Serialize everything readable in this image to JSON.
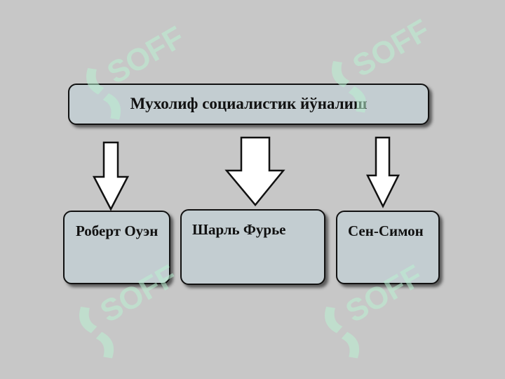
{
  "diagram": {
    "root": {
      "label": "Мухолиф социалистик йўналиш"
    },
    "children": [
      {
        "label": "Роберт Оуэн"
      },
      {
        "label": "Шарль Фурье"
      },
      {
        "label": "Сен-Симон"
      }
    ]
  },
  "watermark": {
    "text": "SOFF"
  },
  "colors": {
    "background": "#c7c7c7",
    "box_fill": "#c3cdd1",
    "border": "#111111",
    "watermark": "#b9f0d2"
  }
}
